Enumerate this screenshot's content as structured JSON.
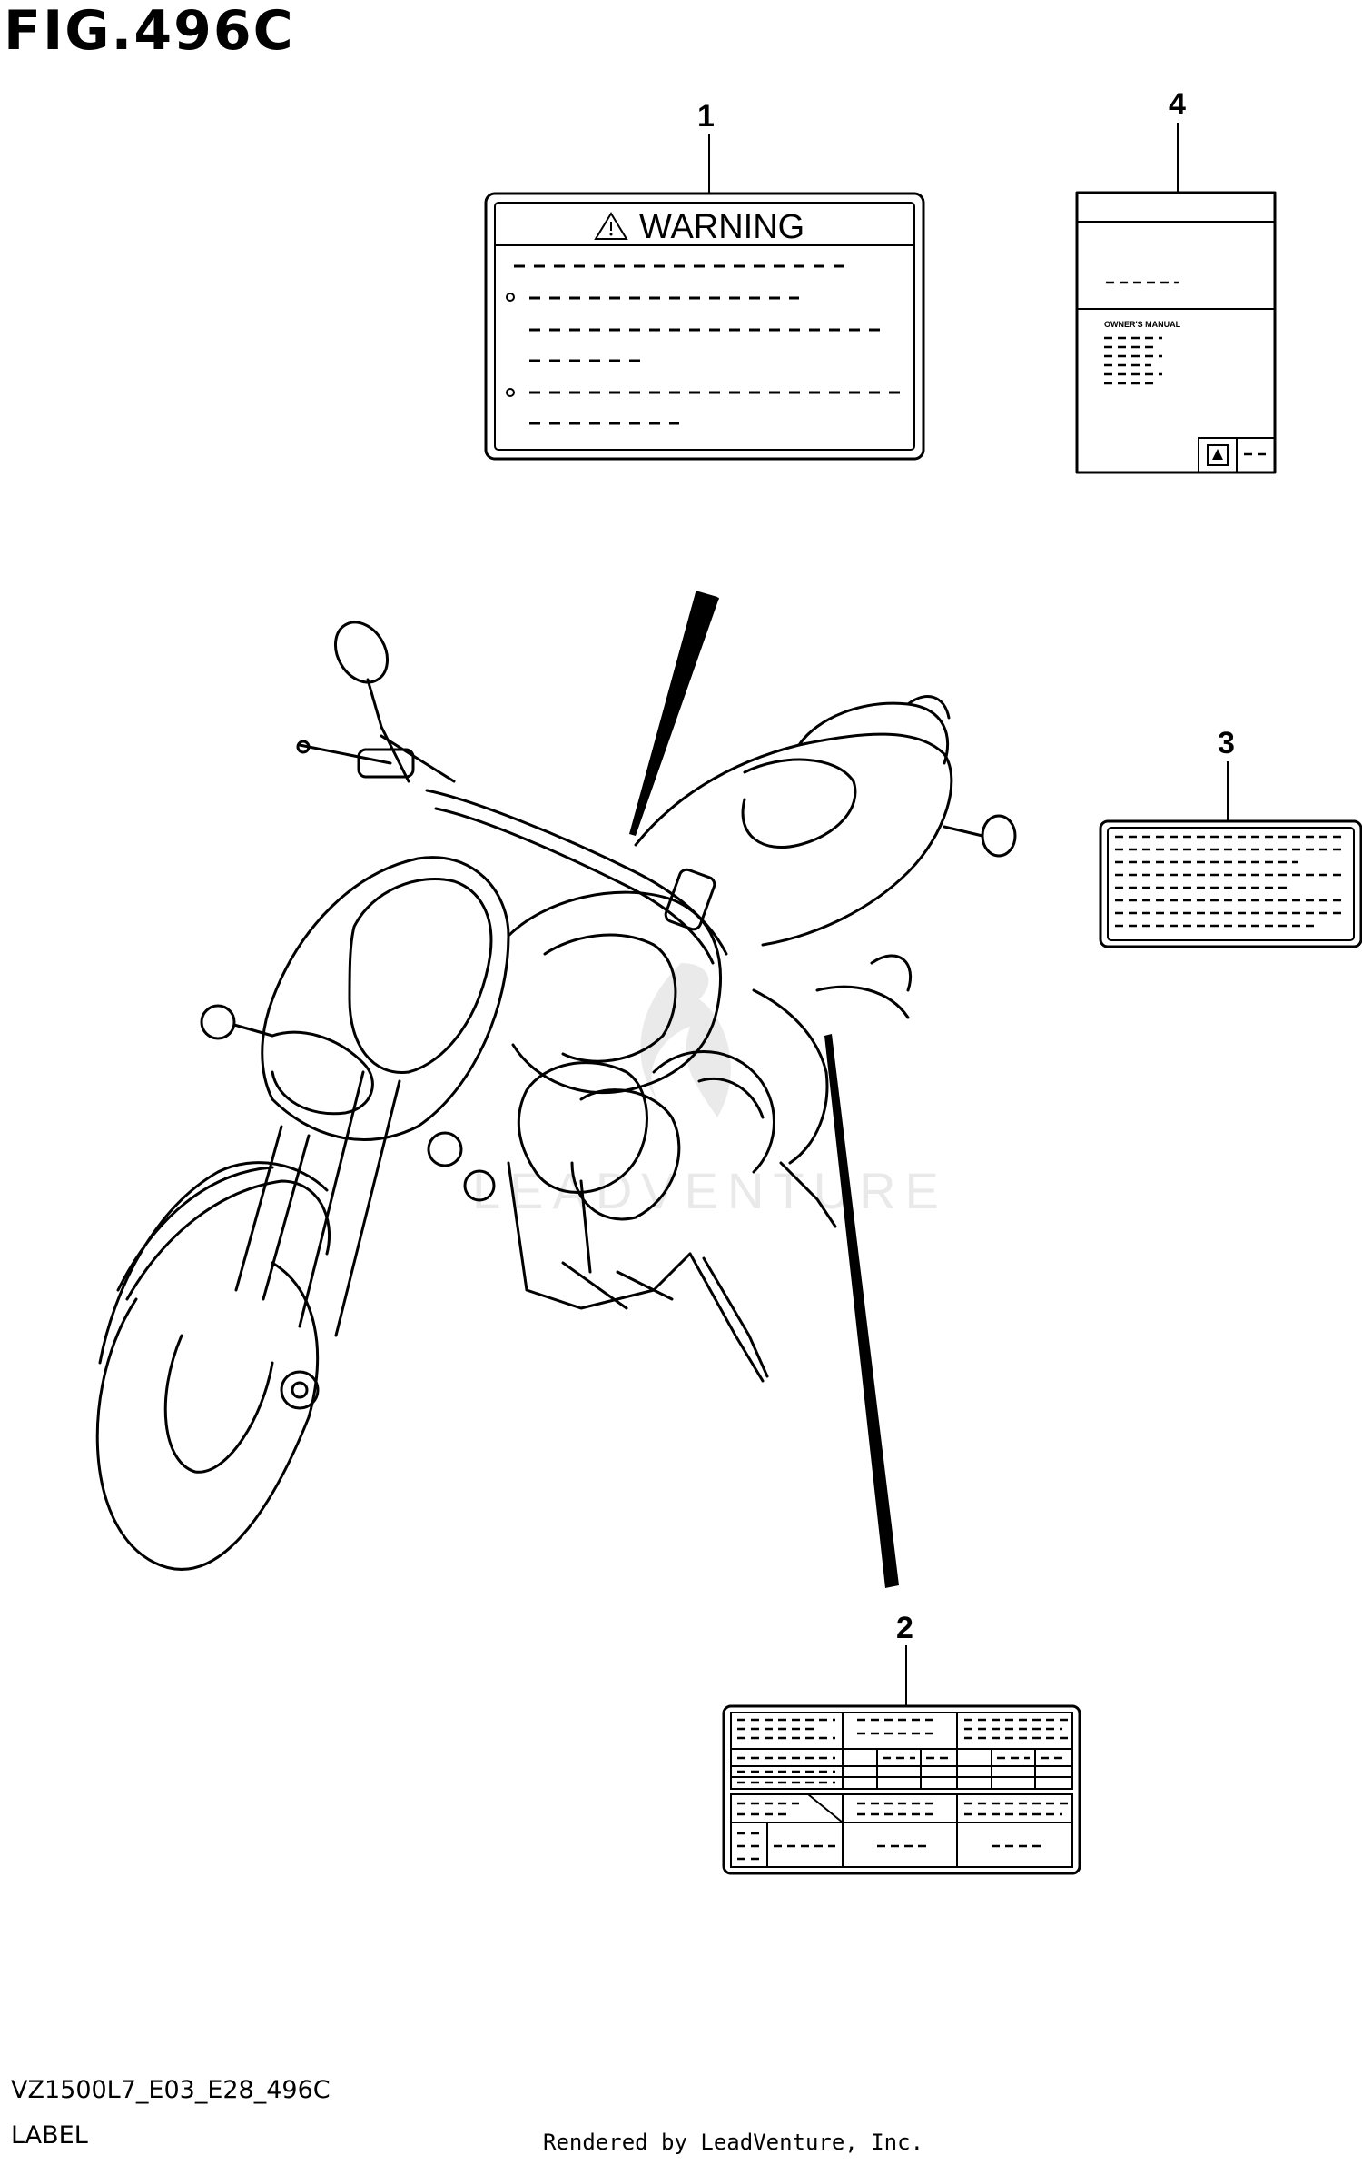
{
  "figure": {
    "title": "FIG.496C",
    "code": "VZ1500L7_E03_E28_496C",
    "section": "LABEL",
    "credit": "Rendered by LeadVenture, Inc."
  },
  "callouts": [
    "1",
    "2",
    "3",
    "4"
  ],
  "labels": {
    "warning_label": {
      "heading": "WARNING",
      "icon": "warning-triangle-icon"
    },
    "owners_manual": {
      "heading": "OWNER'S MANUAL",
      "icon": "suzuki-logo-icon"
    }
  },
  "watermark": {
    "text": "LEADVENTURE",
    "icon": "flame-logo-icon",
    "color": "#d8d8d8"
  },
  "colors": {
    "line": "#000000",
    "background": "#ffffff"
  }
}
